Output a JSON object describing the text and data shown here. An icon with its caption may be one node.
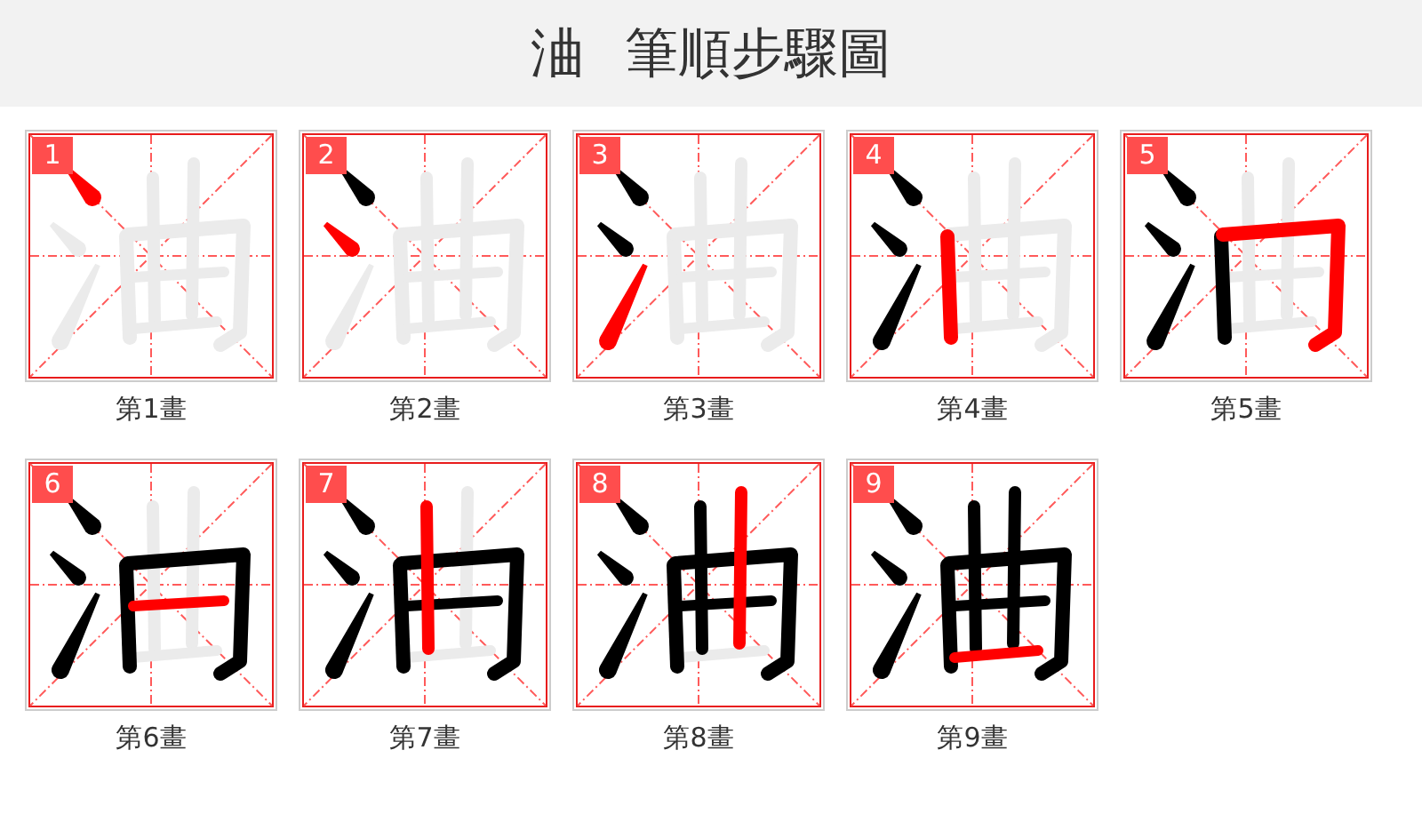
{
  "diagram": {
    "title": "浀 筆順步驟圖",
    "nodes": [
      {
        "text": [
          "1"
        ],
        "beside": [
          "第1畫"
        ]
      },
      {
        "text": [
          "2"
        ],
        "beside": [
          "第2畫"
        ]
      },
      {
        "text": [
          "3"
        ],
        "beside": [
          "第3畫"
        ]
      },
      {
        "text": [
          "4"
        ],
        "beside": [
          "第4畫"
        ]
      },
      {
        "text": [
          "5"
        ],
        "beside": [
          "第5畫"
        ]
      },
      {
        "text": [
          "6"
        ],
        "beside": [
          "第6畫"
        ]
      },
      {
        "text": [
          "7"
        ],
        "beside": [
          "第7畫"
        ]
      },
      {
        "text": [
          "8"
        ],
        "beside": [
          "第8畫"
        ]
      },
      {
        "text": [
          "9"
        ],
        "beside": [
          "第9畫"
        ]
      }
    ]
  }
}
